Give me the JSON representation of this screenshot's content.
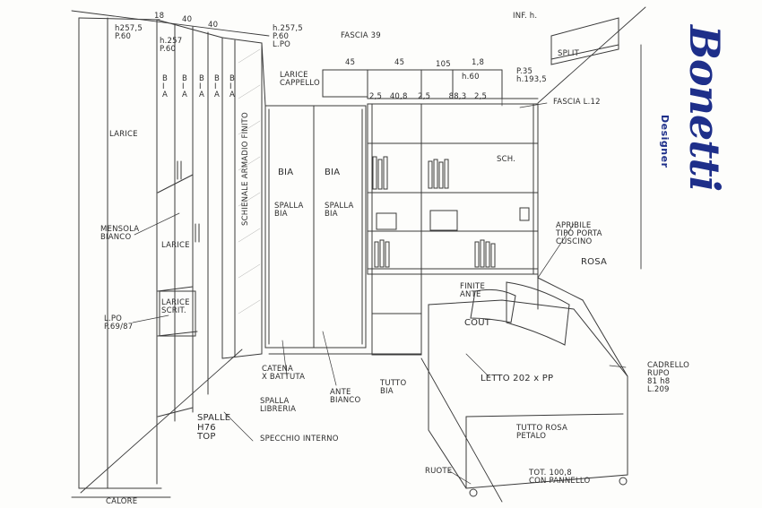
{
  "brand": {
    "logo_text": "Bonetti",
    "tagline": "Designer",
    "color": "#1e2f8a"
  },
  "ink_color": "#2c2c2c",
  "annotations": [
    {
      "id": "h2575-left",
      "text": "h257,5\nP.60"
    },
    {
      "id": "dim-18-top",
      "text": "18"
    },
    {
      "id": "dim-40-top",
      "text": "40"
    },
    {
      "id": "dim-40-top-2",
      "text": "40"
    },
    {
      "id": "h2575-mid",
      "text": "h.257,5\nP.60\nL.PO"
    },
    {
      "id": "h257-narrow",
      "text": "h.257\nP.60"
    },
    {
      "id": "fascia-39",
      "text": "FASCIA 39"
    },
    {
      "id": "dim-45-a",
      "text": "45"
    },
    {
      "id": "dim-45-b",
      "text": "45"
    },
    {
      "id": "dim-105",
      "text": "105"
    },
    {
      "id": "dim-18-b",
      "text": "1,8"
    },
    {
      "id": "inf-h",
      "text": "INF. h."
    },
    {
      "id": "split",
      "text": "SPLIT"
    },
    {
      "id": "h60",
      "text": "h.60"
    },
    {
      "id": "p35",
      "text": "P.35\nh.193,5"
    },
    {
      "id": "fascia-l12",
      "text": "FASCIA L.12"
    },
    {
      "id": "larice-cappello",
      "text": "LARICE\nCAPPELLO"
    },
    {
      "id": "dims-row",
      "text": "2,5   40,8    2,5       88,3   2,5"
    },
    {
      "id": "bia-1",
      "text": "B\nI\nA"
    },
    {
      "id": "bia-2",
      "text": "B\nI\nA"
    },
    {
      "id": "bia-3",
      "text": "B\nI\nA"
    },
    {
      "id": "bia-4",
      "text": "B\nI\nA"
    },
    {
      "id": "bia-5",
      "text": "B\nI\nA"
    },
    {
      "id": "larice-left",
      "text": "LARICE"
    },
    {
      "id": "schienale",
      "text": "SCHIENALE ARMADIO FINITO"
    },
    {
      "id": "bia-door-1",
      "text": "BIA"
    },
    {
      "id": "bia-door-2",
      "text": "BIA"
    },
    {
      "id": "spalla-bia-1",
      "text": "SPALLA\nBIA"
    },
    {
      "id": "spalla-bia-2",
      "text": "SPALLA\nBIA"
    },
    {
      "id": "sch",
      "text": "SCH."
    },
    {
      "id": "mensola",
      "text": "MENSOLA\nBIANCO"
    },
    {
      "id": "larice-mid",
      "text": "LARICE"
    },
    {
      "id": "apribile",
      "text": "APRIBILE\nTIPO PORTA\nCUSCINO"
    },
    {
      "id": "rosa",
      "text": "ROSA"
    },
    {
      "id": "larice-scrit",
      "text": "LARICE\nSCRIT."
    },
    {
      "id": "lpo-p69",
      "text": "L.PO\nP.69/87"
    },
    {
      "id": "finite",
      "text": "FINITE\nANTE"
    },
    {
      "id": "cout",
      "text": "COUT"
    },
    {
      "id": "catena",
      "text": "CATENA\nX BATTUTA"
    },
    {
      "id": "spalla-libreria",
      "text": "SPALLA\nLIBRERIA"
    },
    {
      "id": "ante-bianco",
      "text": "ANTE\nBIANCO"
    },
    {
      "id": "tutto-bia",
      "text": "TUTTO\nBIA"
    },
    {
      "id": "letto",
      "text": "LETTO 202 x PP"
    },
    {
      "id": "cadrello",
      "text": "CADRELLO\nRUPO\n81 h8\nL.209"
    },
    {
      "id": "spalle-h76",
      "text": "SPALLE\nH76\nTOP"
    },
    {
      "id": "specchio",
      "text": "SPECCHIO INTERNO"
    },
    {
      "id": "tutto-rosa",
      "text": "TUTTO ROSA\nPETALO"
    },
    {
      "id": "ruote",
      "text": "RUOTE"
    },
    {
      "id": "tot",
      "text": "TOT. 100,8\nCON PANNELLO"
    },
    {
      "id": "calore",
      "text": "CALORE"
    }
  ]
}
